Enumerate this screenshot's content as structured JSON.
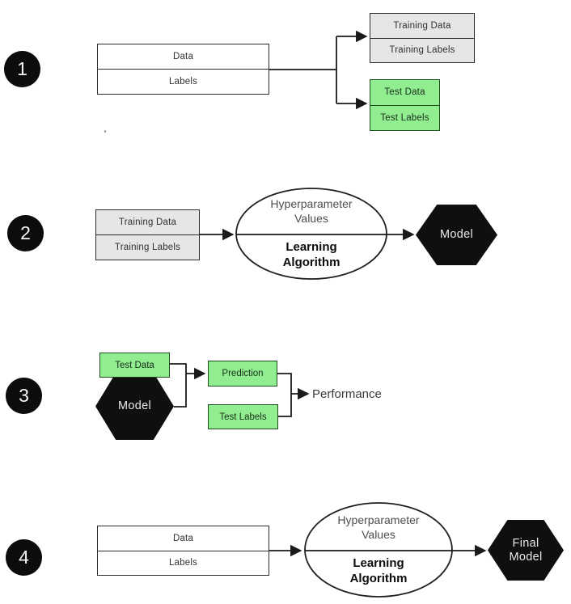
{
  "colors": {
    "box_green": "#90ee90",
    "box_gray": "#e6e6e6",
    "node_black": "#0f0f0f",
    "connector": "#1a1a1a"
  },
  "step1": {
    "badge": "1",
    "source_box": {
      "row1": "Data",
      "row2": "Labels"
    },
    "training_box": {
      "row1": "Training Data",
      "row2": "Training Labels"
    },
    "test_box": {
      "row1": "Test Data",
      "row2": "Test Labels"
    }
  },
  "step2": {
    "badge": "2",
    "training_box": {
      "row1": "Training Data",
      "row2": "Training Labels"
    },
    "ellipse": {
      "top": "Hyperparameter Values",
      "bottom": "Learning Algorithm"
    },
    "hexagon": "Model"
  },
  "step3": {
    "badge": "3",
    "test_data_box": "Test Data",
    "hexagon": "Model",
    "prediction_box": "Prediction",
    "test_labels_box": "Test Labels",
    "performance": "Performance"
  },
  "step4": {
    "badge": "4",
    "source_box": {
      "row1": "Data",
      "row2": "Labels"
    },
    "ellipse": {
      "top": "Hyperparameter Values",
      "bottom": "Learning Algorithm"
    },
    "hexagon": "Final Model"
  }
}
